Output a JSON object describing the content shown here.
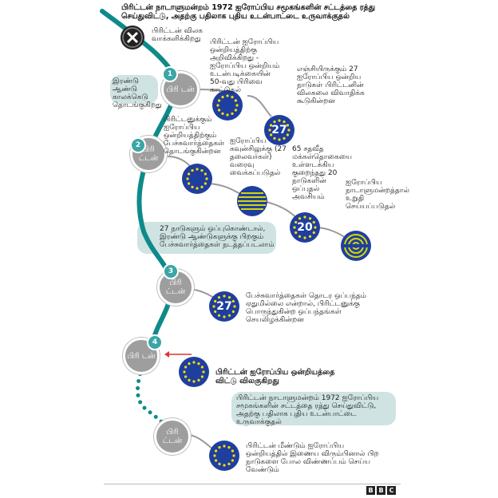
{
  "header": "பிரிட்டன் நாடாளுமன்றம் 1972 ஐரோப்பிய சமூகங்களின் சட்டத்தை ரத்து செய்துவிட்டு, அதற்கு பதிலாக புதிய உடன்பாட்டை உருவாக்குதல்",
  "intro_label": "பிரிட்டன் விலக வாக்களிக்கிறது",
  "node_label_1": "பிரி டன்",
  "node_label_2": "பிரி ட்டன்",
  "node_label_3": "பிரி ட்டன்",
  "node_label_4": "பிரி டன்",
  "node_label_5": "பிரி ட்டன்",
  "step_numbers": [
    "1",
    "2",
    "3",
    "4"
  ],
  "band_texts": {
    "two_years": "இரண்டு ஆண்டு காலக்கெடு தொடங்குகிறது",
    "twenty_seven": "27 நாடுகளும் ஒப்புகொண்டால், இரண்டு ஆண்டுகளுக்கு பிறகும் பேச்சுவார்த்தைகள் நடத்தப்படலாம்",
    "parliament": "பிரிட்டன் நாடாளுமன்றம் 1972 ஐரோப்பிய சமூகங்களின் சட்டத்தை ரத்து செய்துவிட்டு, அதற்கு பதிலாக புதிய உடன்பாட்டை உருவாக்குதல்"
  },
  "texts": {
    "notify": "பிரிட்டன் ஐரோப்பிய ஒன்றியத்திற்கு அறிவிக்கிறது - ஐரோப்பிய ஒன்றியம் உடன்படிக்கையின் 50-வது பிரிவை காட்டுதல்",
    "remaining27": "எஞ்சியிருக்கும் 27 ஐரோப்பிய ஒன்றிய நாடுகள் பிரிட்டனின் விலகலை விவாதிக்க கூடுகின்றன",
    "negotiations": "பிரிட்டனுக்கும் ஐரோப்பிய ஒன்றியத்திற்கும் பேச்சுவார்த்தைகள் தொடங்குகின்றன",
    "council": "ஐரோப்பிய கவுன்சிலுக்கு (27 தலைவர்கள்) வரைவு வைக்கப்படுதல்",
    "sixtyfive": "65 சதவீத மக்கள்தொகையை உள்ளடக்கிய குறைந்தது 20 நாடுகளின் ஒப்புதல் அவசியம்",
    "europarl": "ஐரோப்பிய நாடாளுமன்றத்தால் உறுதி செய்யப்படுதல்",
    "no_deal": "பேச்சுவார்த்தைகள் தொடர ஒப்பந்தம் ஏதுமில்லை என்றால், பிரிட்டனுக்கு பொருந்துகின்ற ஒப்பந்தங்கள் செயலிழக்கின்றன",
    "leaves": "பிரிட்டன் ஐரோப்பிய ஒன்றியத்தை விட்டு விலகுகிறது",
    "rejoin": "பிரிட்டன் மீண்டும் ஐரோப்பிய ஒன்றியத்தில் இணைய விரும்பினால் பிற நாடுகளை போல விண்ணப்பம் செய்ய வேண்டும்"
  },
  "badges": {
    "b27a": "27",
    "b20": "20",
    "b27b": "27"
  },
  "colors": {
    "teal": "#0f8a8a",
    "band": "#cfe3e2",
    "eu_blue": "#1f3f9e",
    "star": "#ffdd00",
    "grey": "#9e9e9e"
  },
  "brand": [
    "B",
    "B",
    "C"
  ]
}
